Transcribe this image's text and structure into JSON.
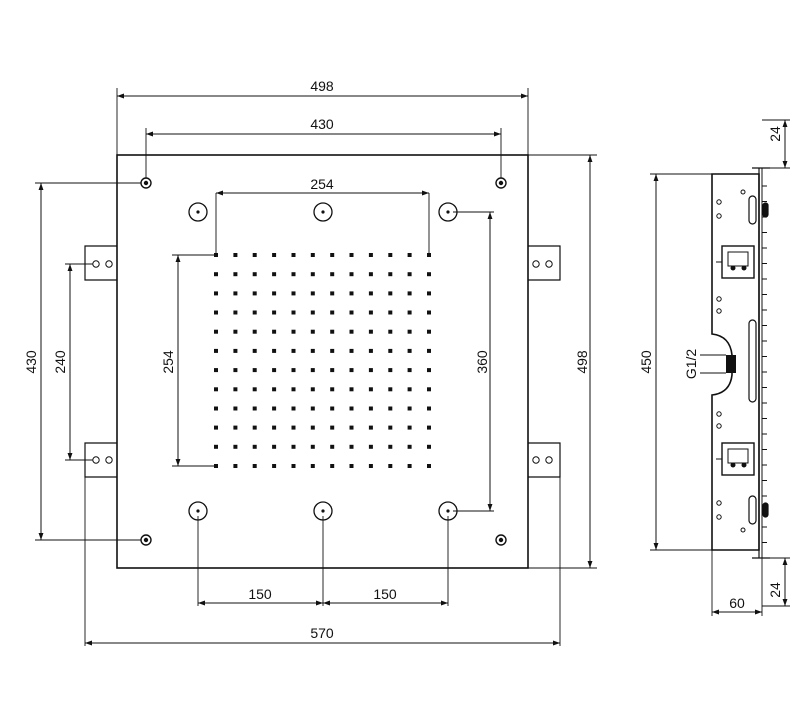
{
  "dimensions": {
    "top_width": "498",
    "inner_width": "430",
    "nozzle_width": "254",
    "left_height": "430",
    "bracket_spacing": "240",
    "nozzle_height": "254",
    "outlet_span": "360",
    "right_height": "498",
    "bottom_left": "150",
    "bottom_right": "150",
    "overall_width": "570",
    "side_height": "450",
    "side_top": "24",
    "side_bottom": "24",
    "side_depth": "60",
    "connection": "G1/2"
  },
  "nozzle_grid": {
    "rows": 12,
    "cols": 12
  },
  "colors": {
    "line": "#111111",
    "background": "#ffffff"
  }
}
